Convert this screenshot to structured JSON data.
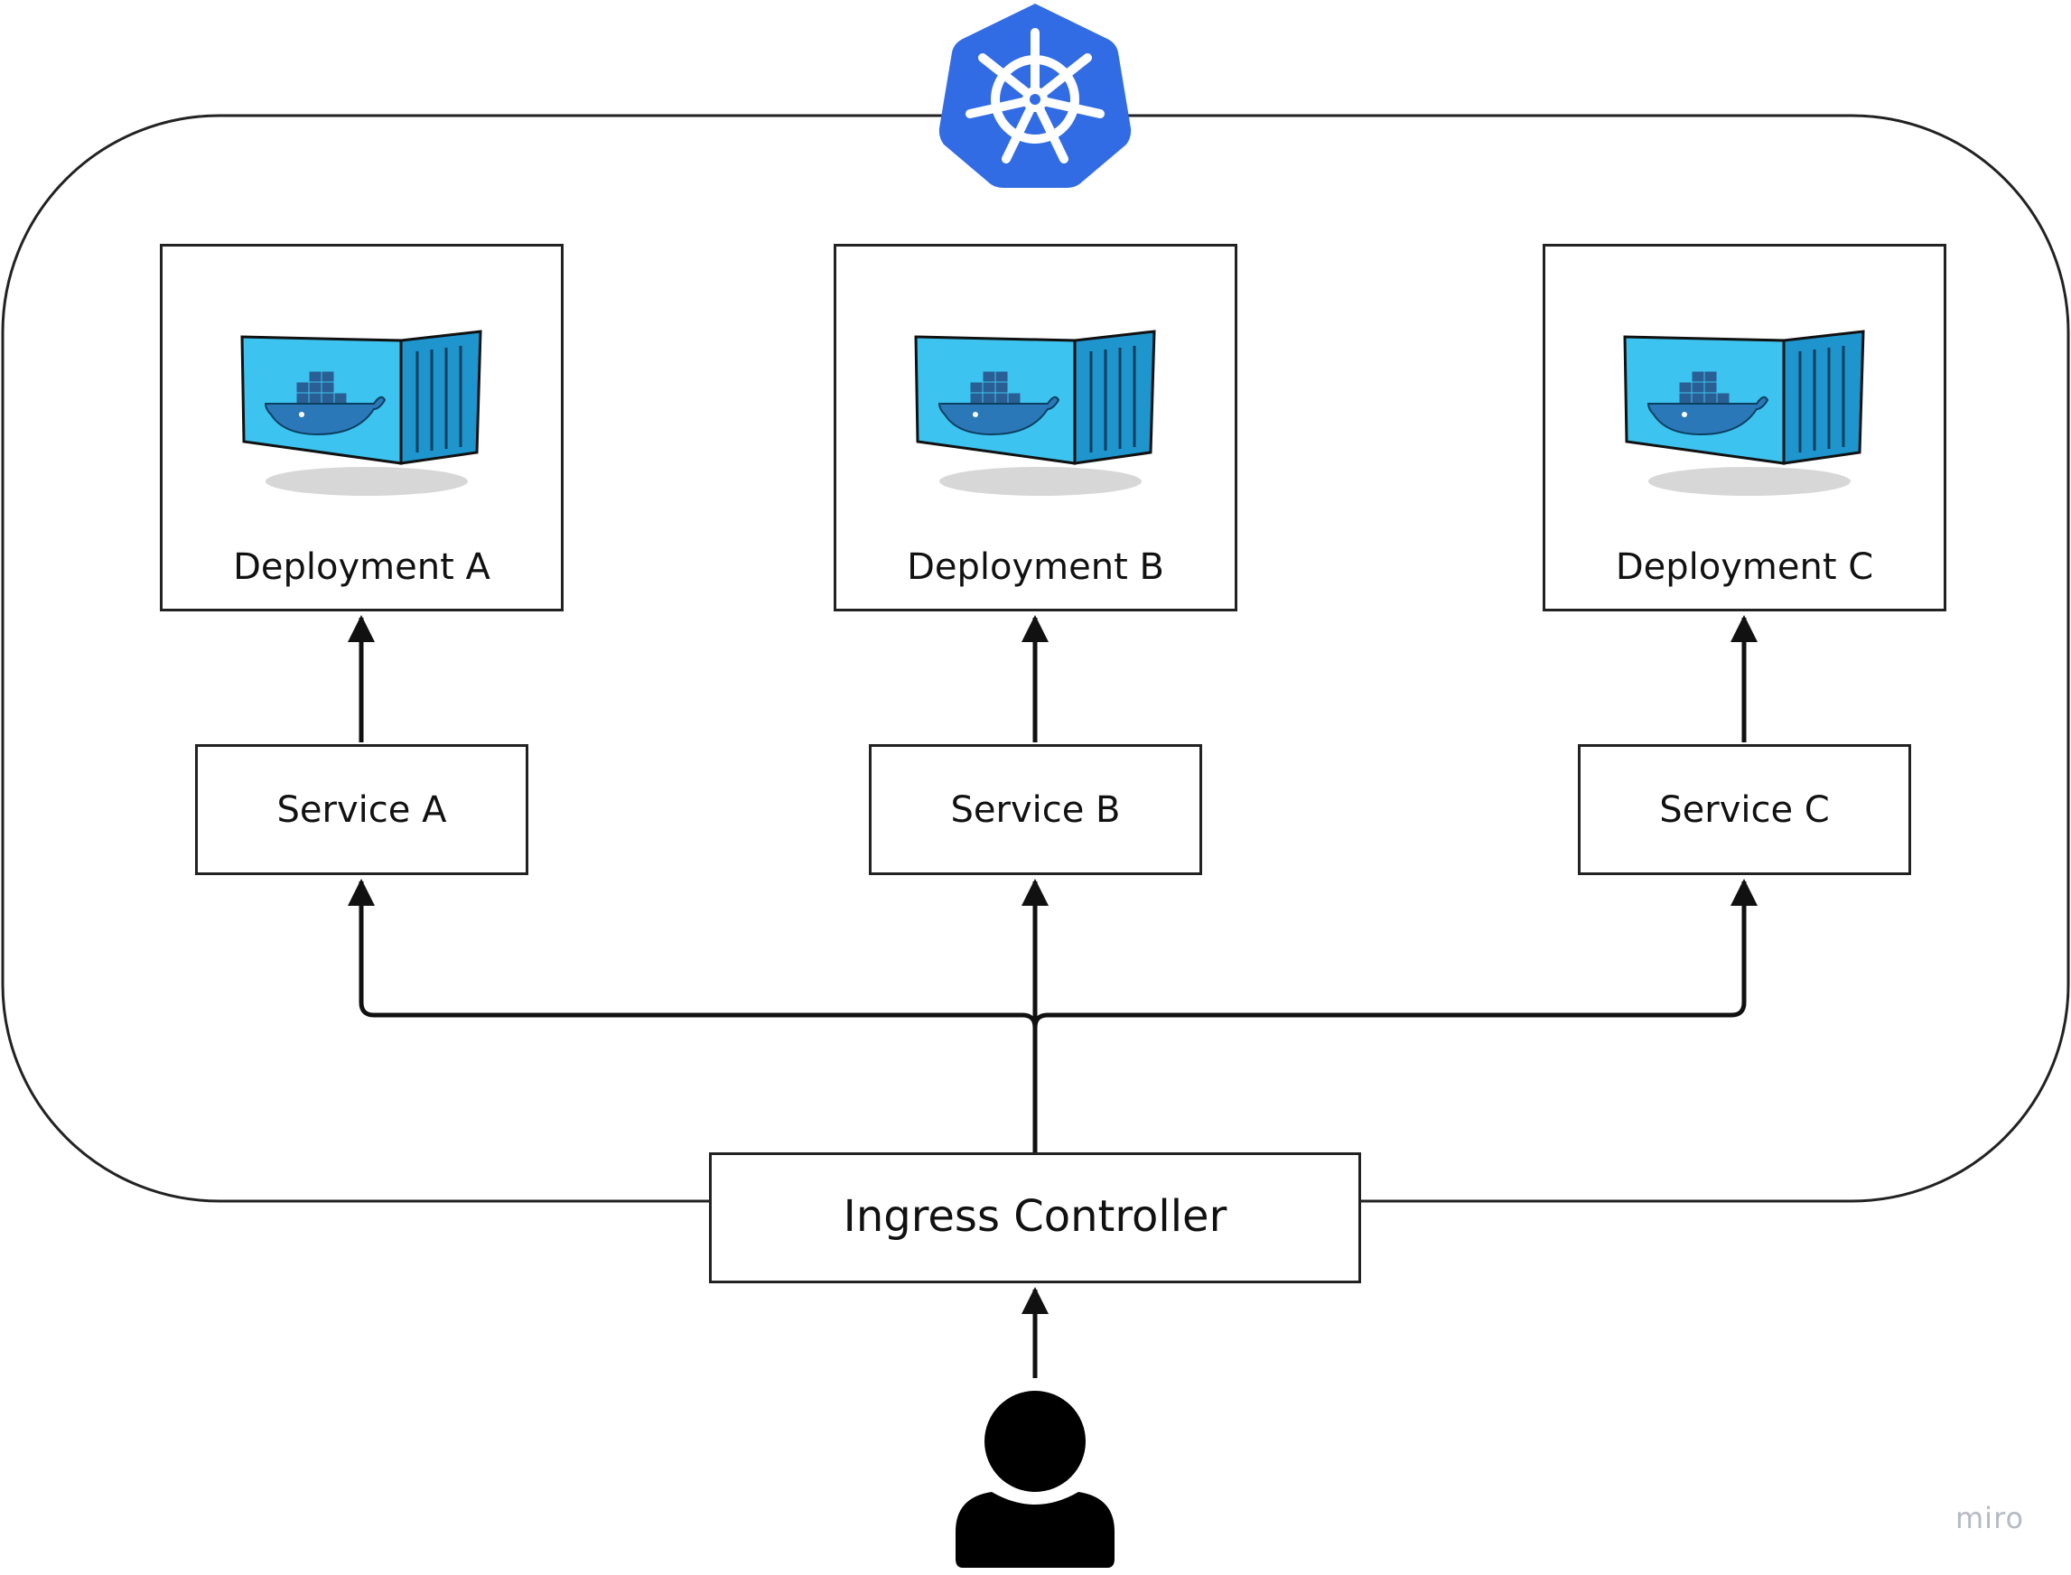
{
  "diagram": {
    "deployments": [
      {
        "label": "Deployment A"
      },
      {
        "label": "Deployment B"
      },
      {
        "label": "Deployment C"
      }
    ],
    "services": [
      {
        "label": "Service A"
      },
      {
        "label": "Service B"
      },
      {
        "label": "Service C"
      }
    ],
    "ingress": {
      "label": "Ingress Controller"
    },
    "icons": {
      "cluster": "kubernetes-helm-icon",
      "container": "docker-container-icon",
      "user": "user-icon"
    },
    "colors": {
      "kubernetes_blue": "#326ce5",
      "container_blue": "#3cc3ef",
      "line": "#111111"
    },
    "watermark": "miro"
  }
}
